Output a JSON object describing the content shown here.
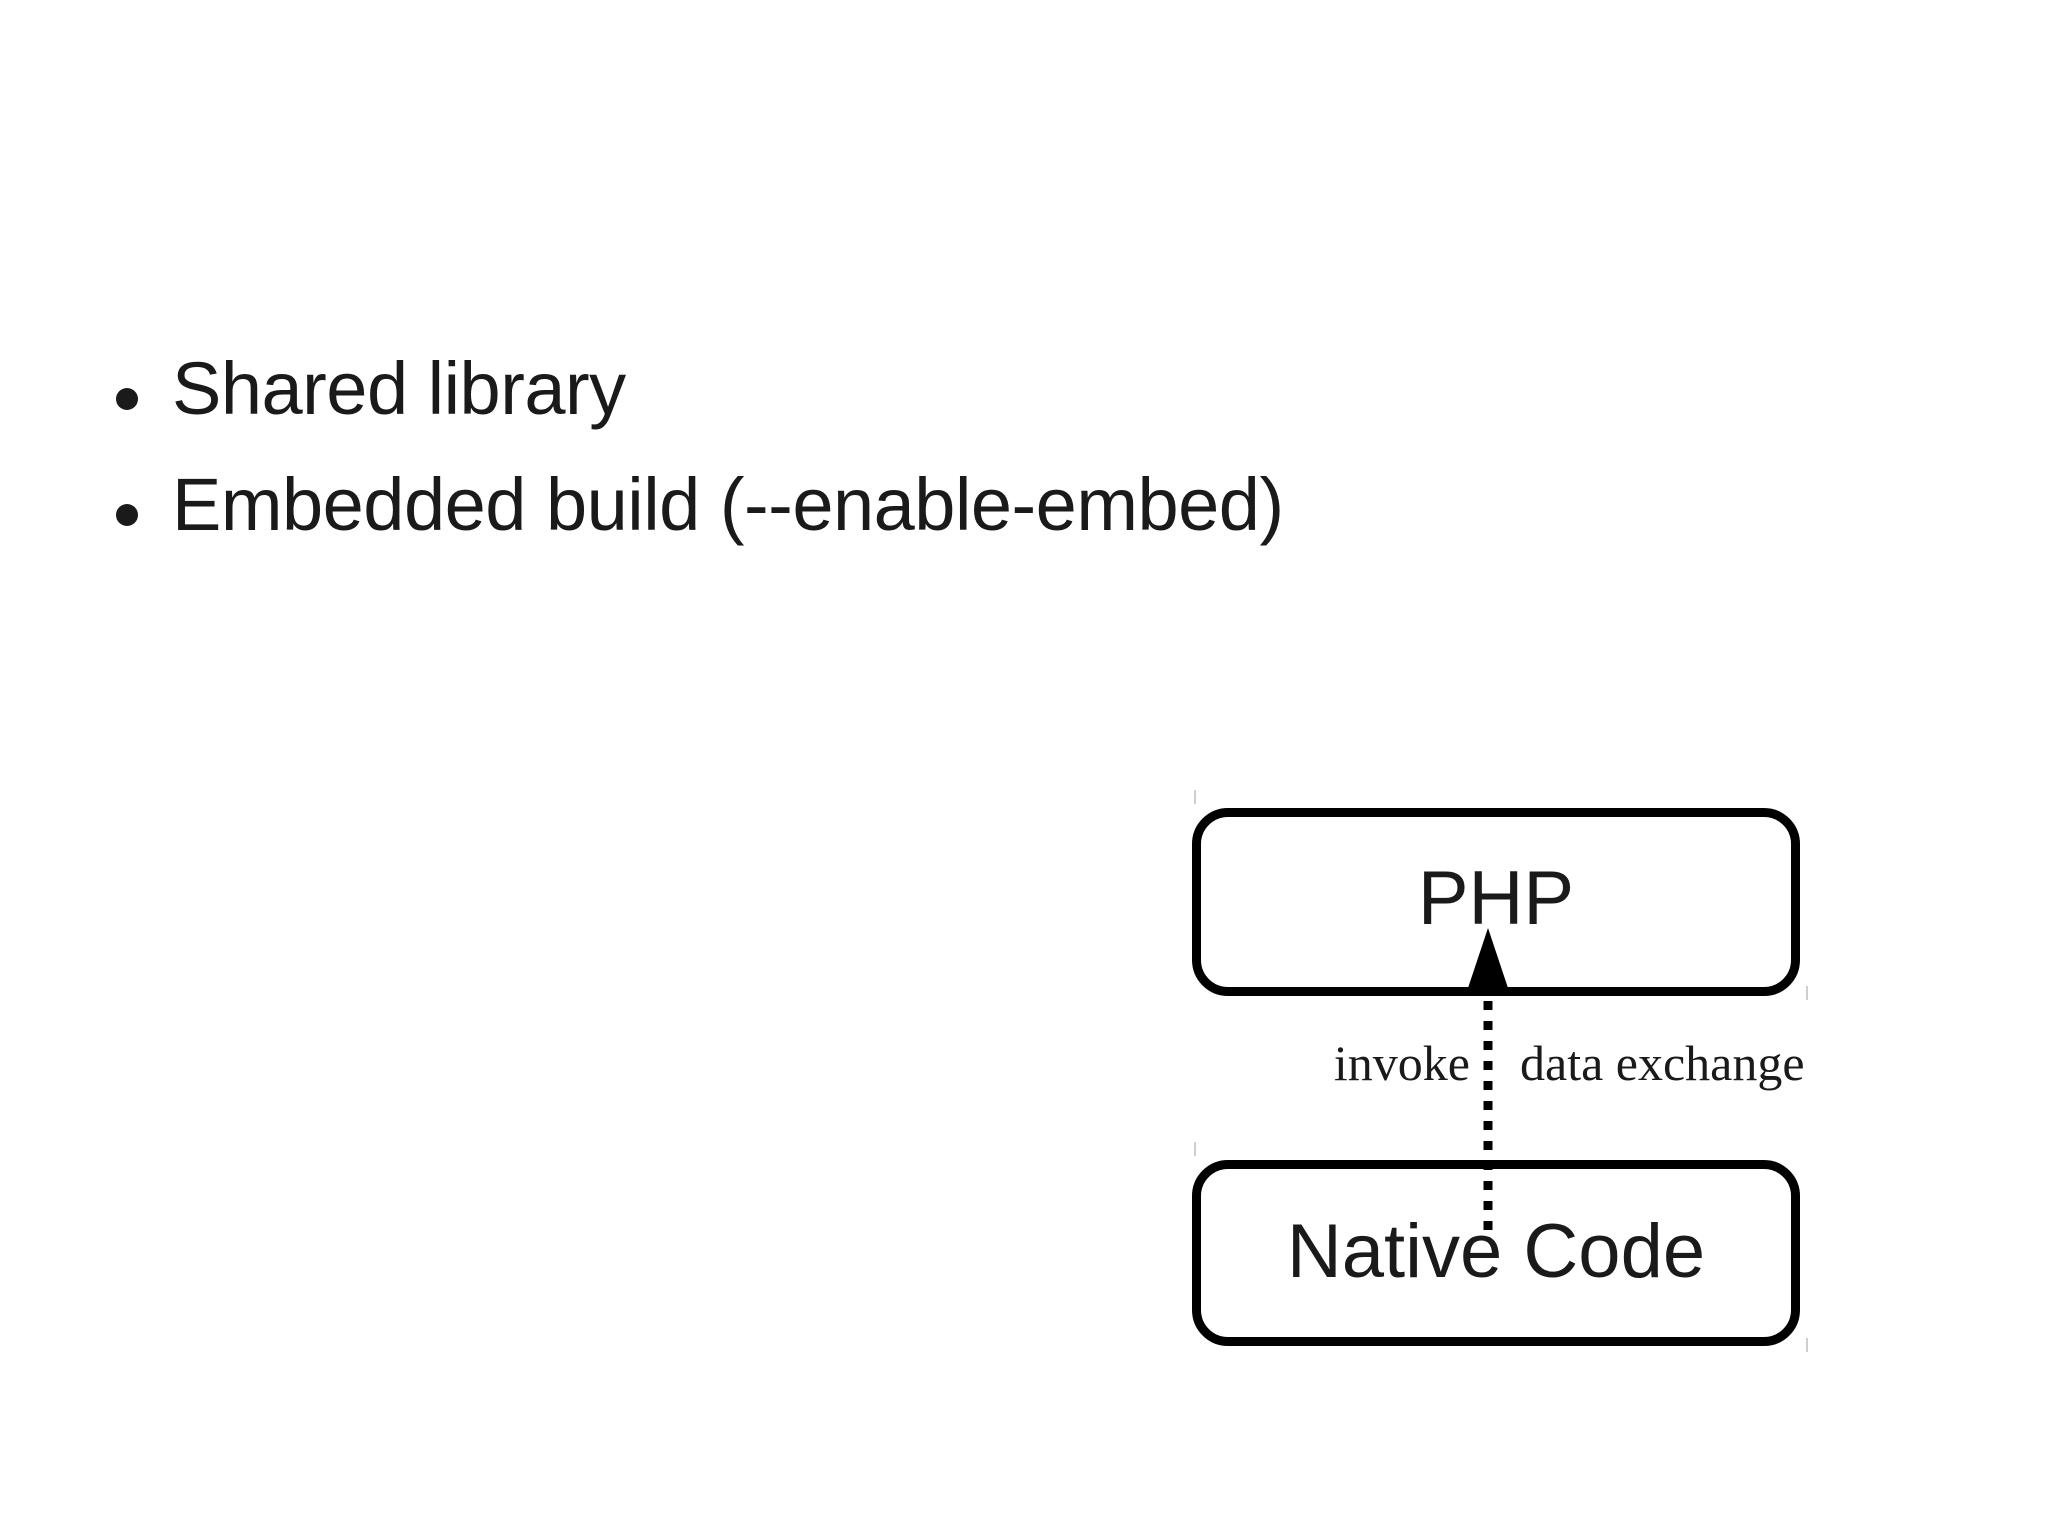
{
  "slide": {
    "background_color": "#ffffff",
    "text_color": "#1a1a1a",
    "bullets": [
      {
        "text": "Shared library"
      },
      {
        "text": "Embedded build (--enable-embed)"
      }
    ]
  },
  "diagram": {
    "type": "flow",
    "orientation": "bottom-to-top",
    "nodes": [
      {
        "id": "php",
        "label": "PHP",
        "shape": "rounded-rectangle",
        "position": "top"
      },
      {
        "id": "native",
        "label": "Native Code",
        "shape": "rounded-rectangle",
        "position": "bottom"
      }
    ],
    "edge": {
      "from": "native",
      "to": "php",
      "style": "dotted",
      "arrowhead": "filled-triangle",
      "arrow_direction": "up",
      "color": "#000000",
      "label_left": "invoke",
      "label_right": "data exchange"
    }
  }
}
